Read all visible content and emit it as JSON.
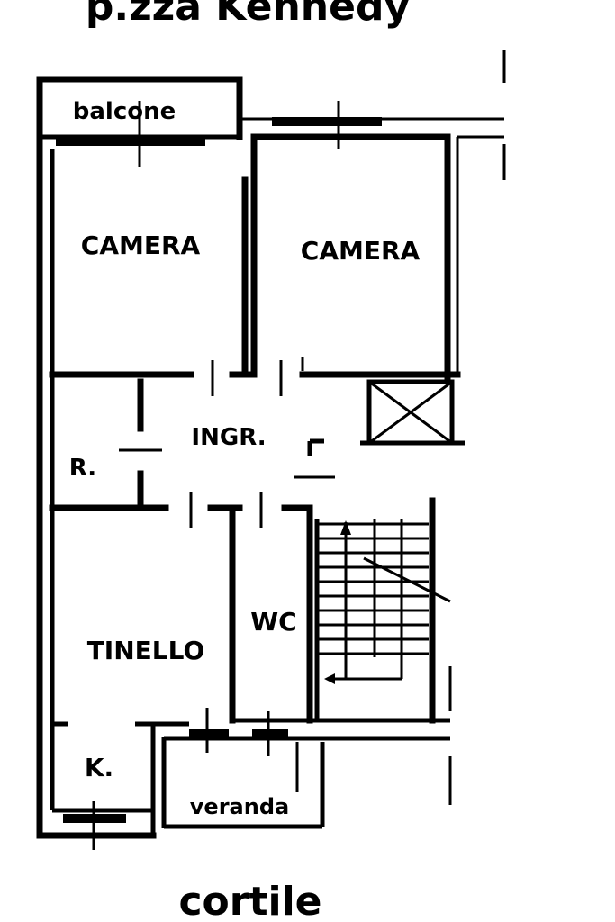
{
  "title": "p.zza  Kennedy",
  "footer": "cortile",
  "rooms": {
    "balcony": "balcone",
    "bedroom_left": "CAMERA",
    "bedroom_right": "CAMERA",
    "entrance": "INGR.",
    "storage": "R.",
    "dining": "TINELLO",
    "bathroom": "WC",
    "kitchen": "K.",
    "veranda": "veranda"
  }
}
